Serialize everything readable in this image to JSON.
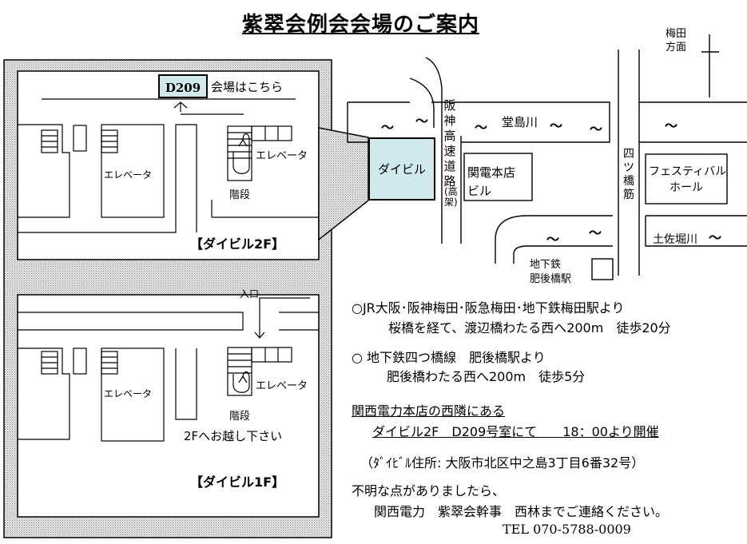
{
  "title": "紫翠会例会会場のご案内",
  "floor2": {
    "label": "【ダイビル2F】",
    "room": "D209",
    "room_here": "会場はこちら",
    "elevator_left": "エレベータ",
    "elevator_right": "エレベータ",
    "stairs": "階段"
  },
  "floor1": {
    "label": "【ダイビル1F】",
    "entrance": "入口",
    "elevator_left": "エレベータ",
    "elevator_right": "エレベータ",
    "stairs": "階段",
    "goto_2f": "2Fへお越し下さい"
  },
  "area_map": {
    "umeda_direction": [
      "梅田",
      "方面"
    ],
    "hanshin_expressway": "阪神高速道路",
    "hanshin_expressway_sub": "(高架)",
    "dojima_river": "堂島川",
    "daibiru": "ダイビル",
    "kanden_honten": [
      "関電本店",
      "ビル"
    ],
    "yotsubashi_suji": "四ツ橋筋",
    "festival_hall": [
      "フェスティバル",
      "ホール"
    ],
    "tosabori_river": "土佐堀川",
    "subway_station": [
      "地下鉄",
      "肥後橋駅"
    ],
    "wave": "〜"
  },
  "directions": {
    "route1_line1": "○JR大阪･阪神梅田･阪急梅田･地下鉄梅田駅より",
    "route1_line2": "桜橋を経て、渡辺橋わたる西へ200m　徒歩20分",
    "route2_line1": "○ 地下鉄四つ橋線　肥後橋駅より",
    "route2_line2": "肥後橋わたる西へ200m　徒歩5分",
    "location_line1": "関西電力本店の西隣にある",
    "location_line2": "ダイビル2F　D209号室にて　　18：00より開催",
    "address": "（ﾀﾞｲﾋﾞﾙ住所: 大阪市北区中之島3丁目6番32号）",
    "contact_line1": "不明な点がありましたら、",
    "contact_line2": "関西電力　紫翠会幹事　西林までご連絡ください。",
    "tel": "TEL 070-5788-0009"
  }
}
